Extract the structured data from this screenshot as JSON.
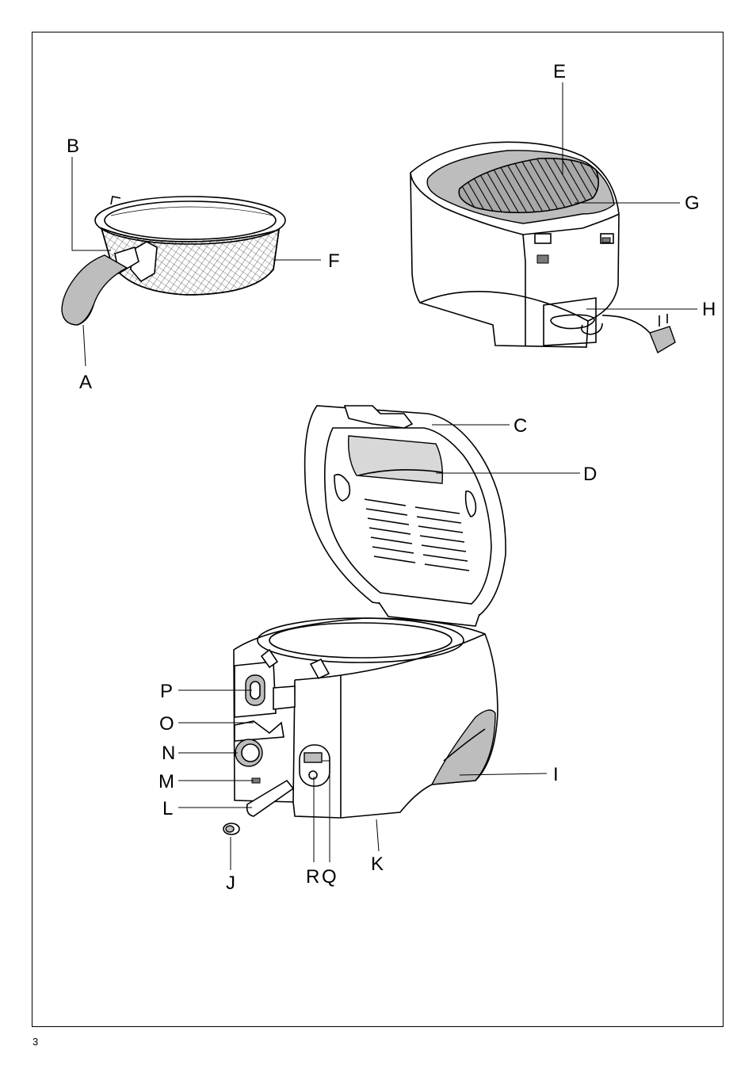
{
  "labels": {
    "A": "A",
    "B": "B",
    "C": "C",
    "D": "D",
    "E": "E",
    "F": "F",
    "G": "G",
    "H": "H",
    "I": "I",
    "J": "J",
    "K": "K",
    "L": "L",
    "M": "M",
    "N": "N",
    "O": "O",
    "P": "P",
    "Q": "Q",
    "R": "R"
  },
  "page_number": "3"
}
